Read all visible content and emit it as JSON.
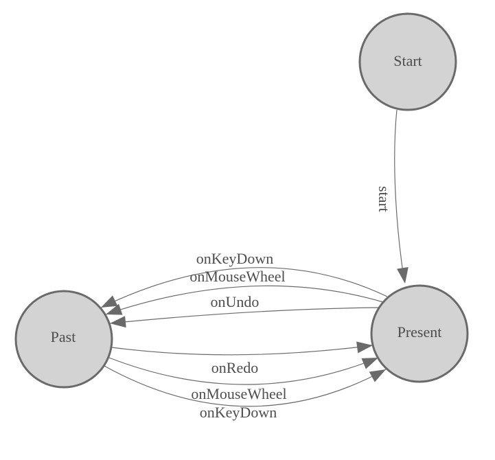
{
  "diagram": {
    "type": "state-machine",
    "colors": {
      "background": "#ffffff",
      "node_fill": "#d3d3d3",
      "node_stroke": "#6a6a6a",
      "edge_stroke": "#6a6a6a",
      "arrow_fill": "#6a6a6a",
      "text": "#4d4d4d"
    },
    "nodes": [
      {
        "id": "start",
        "label": "Start"
      },
      {
        "id": "past",
        "label": "Past"
      },
      {
        "id": "present",
        "label": "Present"
      }
    ],
    "edges": [
      {
        "from": "Start",
        "to": "Present",
        "label": "start"
      },
      {
        "from": "Present",
        "to": "Past",
        "label": "onKeyDown"
      },
      {
        "from": "Present",
        "to": "Past",
        "label": "onMouseWheel"
      },
      {
        "from": "Present",
        "to": "Past",
        "label": "onUndo"
      },
      {
        "from": "Past",
        "to": "Present",
        "label": "onRedo"
      },
      {
        "from": "Past",
        "to": "Present",
        "label": "onMouseWheel"
      },
      {
        "from": "Past",
        "to": "Present",
        "label": "onKeyDown"
      }
    ]
  }
}
